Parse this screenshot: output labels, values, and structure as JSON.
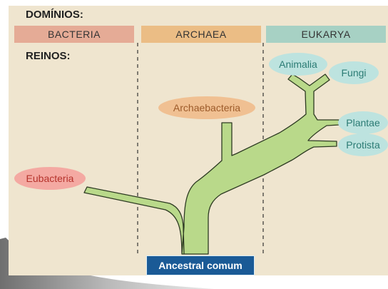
{
  "headings": {
    "domains": "DOMÍNIOS:",
    "kingdoms": "REINOS:"
  },
  "domains": [
    {
      "label": "BACTERIA",
      "color": "#e5ab96"
    },
    {
      "label": "ARCHAEA",
      "color": "#ebbd85"
    },
    {
      "label": "EUKARYA",
      "color": "#a7d1c4"
    }
  ],
  "kingdoms": {
    "eubacteria": {
      "label": "Eubacteria",
      "fill": "#f4a9a2",
      "text": "#b5322b"
    },
    "archaebacteria": {
      "label": "Archaebacteria",
      "fill": "#f0c092",
      "text": "#9d5b2a"
    },
    "animalia": {
      "label": "Animalia",
      "fill": "#bde3df",
      "text": "#2b7b74"
    },
    "fungi": {
      "label": "Fungi",
      "fill": "#bde3df",
      "text": "#2b7b74"
    },
    "plantae": {
      "label": "Plantae",
      "fill": "#bde3df",
      "text": "#2b7b74"
    },
    "protista": {
      "label": "Protista",
      "fill": "#bde3df",
      "text": "#2b7b74"
    }
  },
  "root": {
    "label": "Ancestral comum",
    "fill": "#1a5a96"
  },
  "tree_color": "#b9d98a",
  "tree_outline": "#2d3a22",
  "panel_color": "#efe5cf"
}
